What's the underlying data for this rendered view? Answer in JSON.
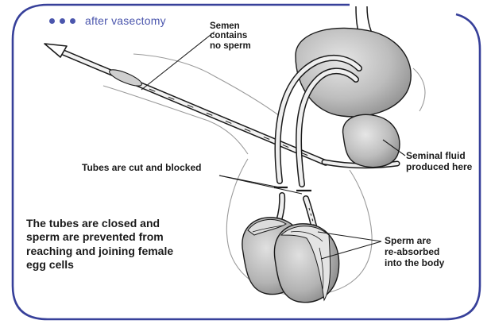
{
  "header": {
    "title": "after vasectomy"
  },
  "labels": {
    "semen": "Semen\ncontains\nno sperm",
    "tubes_cut": "Tubes are cut and blocked",
    "seminal_fluid": "Seminal fluid\nproduced here",
    "sperm_absorbed": "Sperm are\nre-absorbed\ninto the body",
    "tubes_closed": "The tubes are closed and\nsperm are prevented from\nreaching and joining female\negg cells"
  },
  "colors": {
    "frame": "#37409a",
    "header_text": "#4b56ad",
    "line": "#1a1a1a",
    "organ_fill": "#c9c9c9",
    "organ_shade": "#a9a9a9",
    "tube_fill": "#efefef"
  }
}
